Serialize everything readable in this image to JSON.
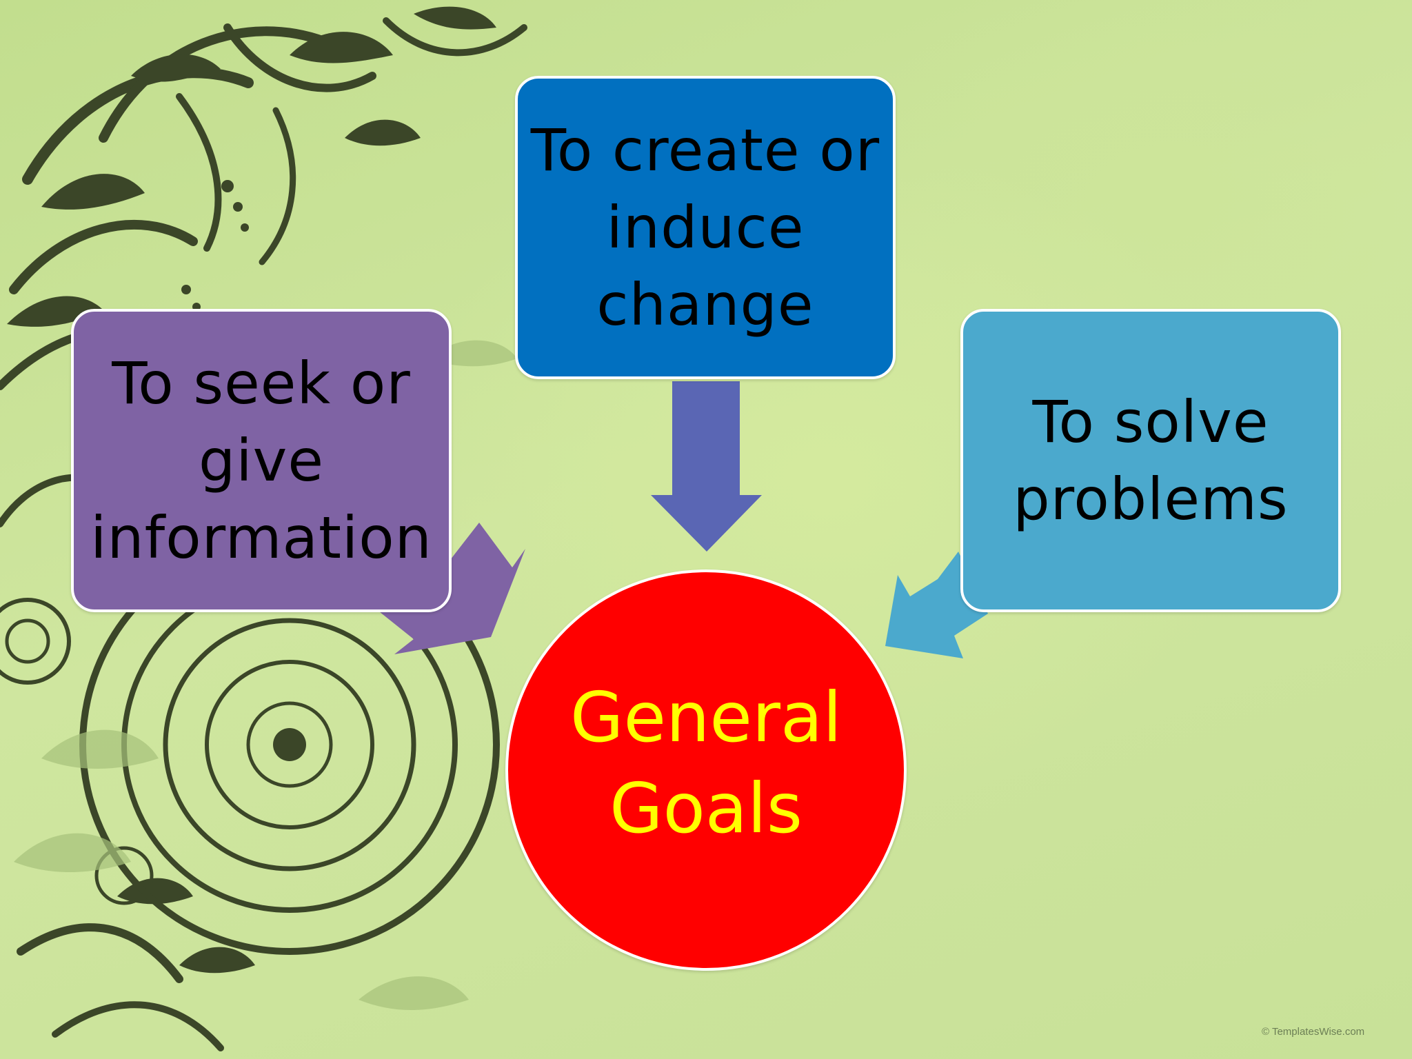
{
  "diagram": {
    "center": {
      "label": "General\nGoals",
      "fill": "#ff0000",
      "text_color": "#ffff00"
    },
    "goals": [
      {
        "id": "seek",
        "label": "To seek or\ngive\ninformation",
        "fill": "#7f63a4"
      },
      {
        "id": "create",
        "label": "To create or\ninduce\nchange",
        "fill": "#0170c0"
      },
      {
        "id": "solve",
        "label": "To solve\nproblems",
        "fill": "#4ba9cd"
      }
    ],
    "arrows": [
      {
        "from": "seek",
        "to": "center",
        "color": "#7f63a4"
      },
      {
        "from": "create",
        "to": "center",
        "color": "#5a66b4"
      },
      {
        "from": "solve",
        "to": "center",
        "color": "#4ba9cd"
      }
    ]
  },
  "footer": {
    "watermark": "© TemplatesWise.com"
  },
  "theme": {
    "background": "#c9e39a",
    "ornament": "#3f4a2a"
  }
}
